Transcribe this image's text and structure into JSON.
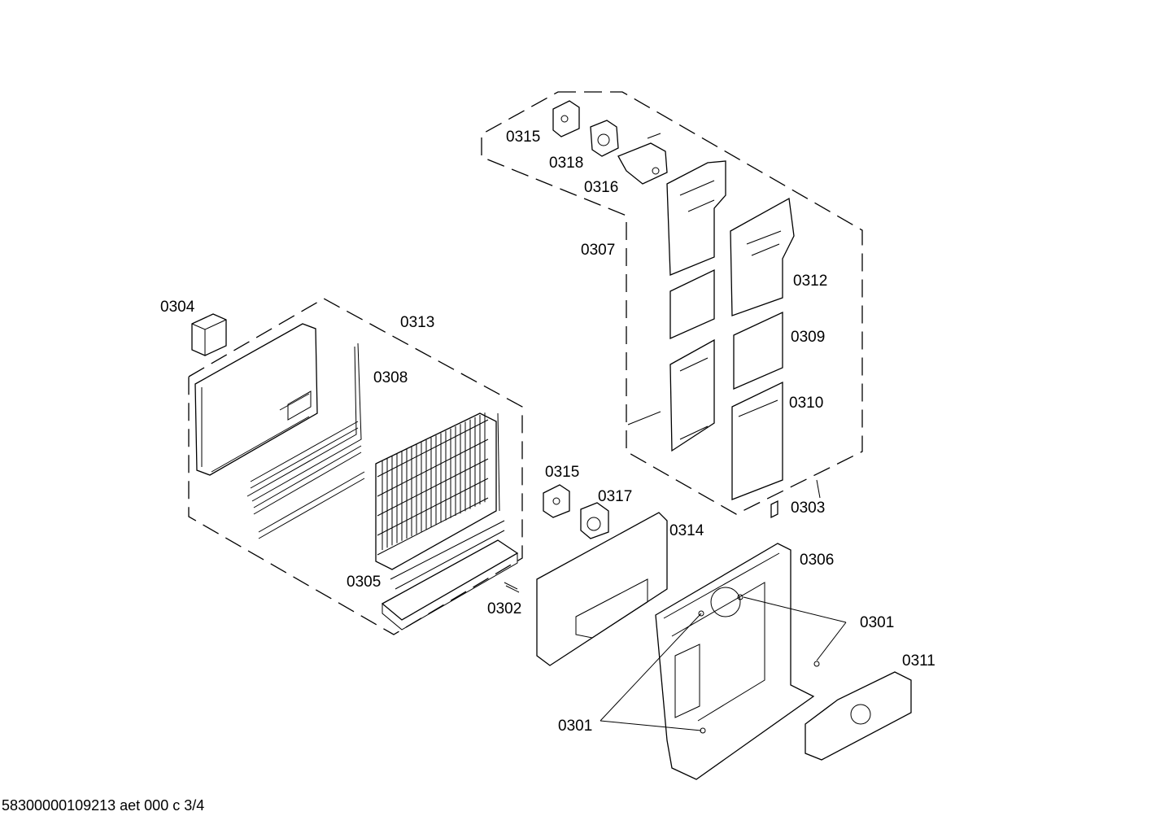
{
  "diagram": {
    "labels": {
      "p0304": "0304",
      "p0313": "0313",
      "p0308": "0308",
      "p0305": "0305",
      "p0302": "0302",
      "p0315_top": "0315",
      "p0318": "0318",
      "p0316": "0316",
      "p0307": "0307",
      "p0312": "0312",
      "p0309": "0309",
      "p0310": "0310",
      "p0303": "0303",
      "p0315_mid": "0315",
      "p0317": "0317",
      "p0314": "0314",
      "p0306": "0306",
      "p0301_right": "0301",
      "p0311": "0311",
      "p0301_left": "0301"
    },
    "footer": "58300000109213 aet 000 c 3/4"
  }
}
